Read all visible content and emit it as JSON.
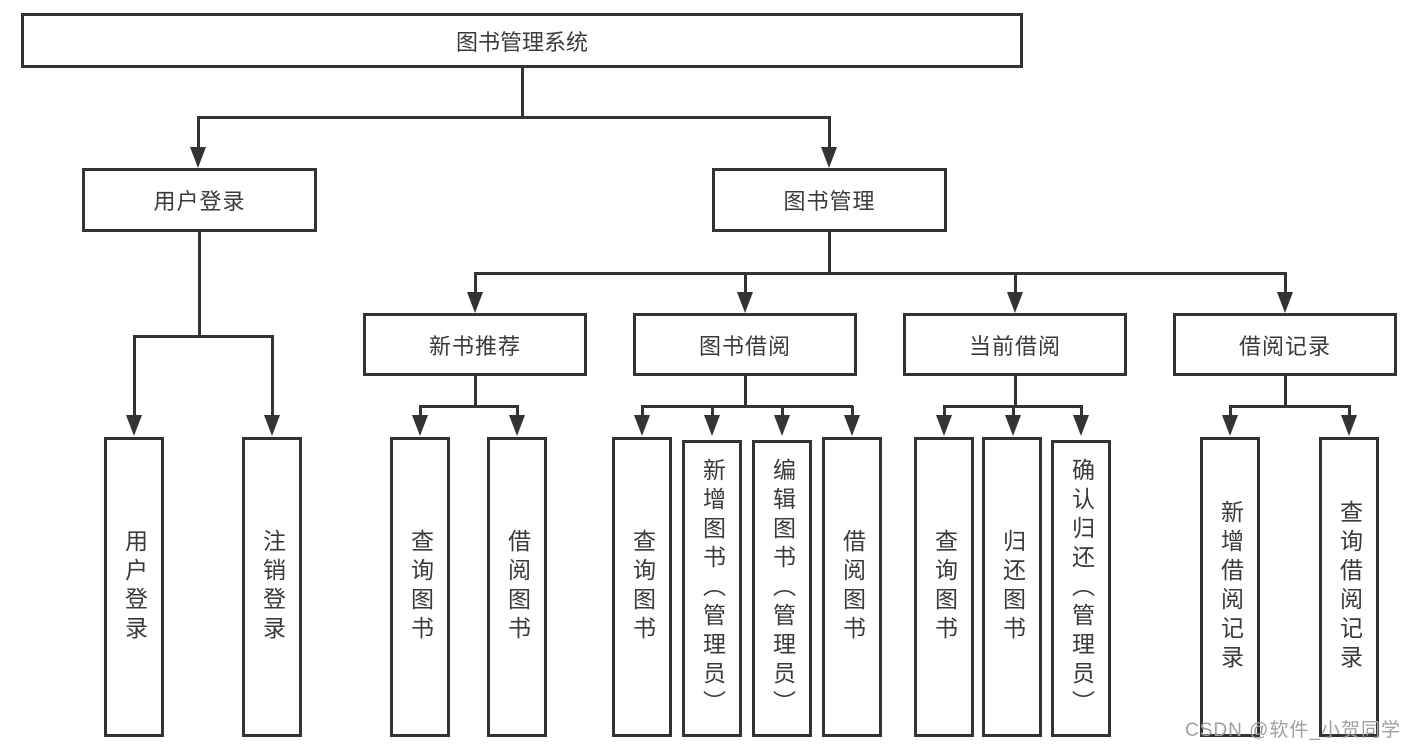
{
  "diagram": {
    "title": "图书管理系统",
    "level2": {
      "user_login": "用户登录",
      "book_management": "图书管理"
    },
    "level3": {
      "new_book_recommend": "新书推荐",
      "book_borrowing": "图书借阅",
      "current_borrowing": "当前借阅",
      "borrowing_records": "借阅记录"
    },
    "leaves": {
      "user_login": "用户登录",
      "logout": "注销登录",
      "recommend_query_books": "查询图书",
      "recommend_borrow_books": "借阅图书",
      "borrowing_query_books": "查询图书",
      "borrowing_add_books_admin": "新增图书（管理员）",
      "borrowing_edit_books_admin": "编辑图书（管理员）",
      "borrowing_borrow_books": "借阅图书",
      "current_query_books": "查询图书",
      "current_return_books": "归还图书",
      "current_confirm_return_admin": "确认归还（管理员）",
      "records_add_record": "新增借阅记录",
      "records_query_record": "查询借阅记录"
    },
    "watermark": "CSDN @软件_小贺同学"
  },
  "colors": {
    "line": "#333333",
    "text": "#3a3a3a",
    "watermark": "#a0a0a0",
    "background": "#ffffff"
  }
}
